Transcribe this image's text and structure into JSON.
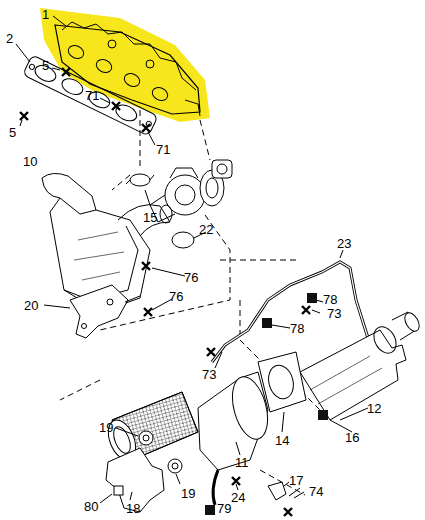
{
  "diagram": {
    "labels": [
      "1",
      "2",
      "5",
      "71",
      "5",
      "71",
      "10",
      "15",
      "22",
      "76",
      "76",
      "20",
      "23",
      "78",
      "73",
      "78",
      "73",
      "12",
      "16",
      "19",
      "14",
      "11",
      "19",
      "24",
      "80",
      "18",
      "79",
      "17",
      "74"
    ]
  }
}
